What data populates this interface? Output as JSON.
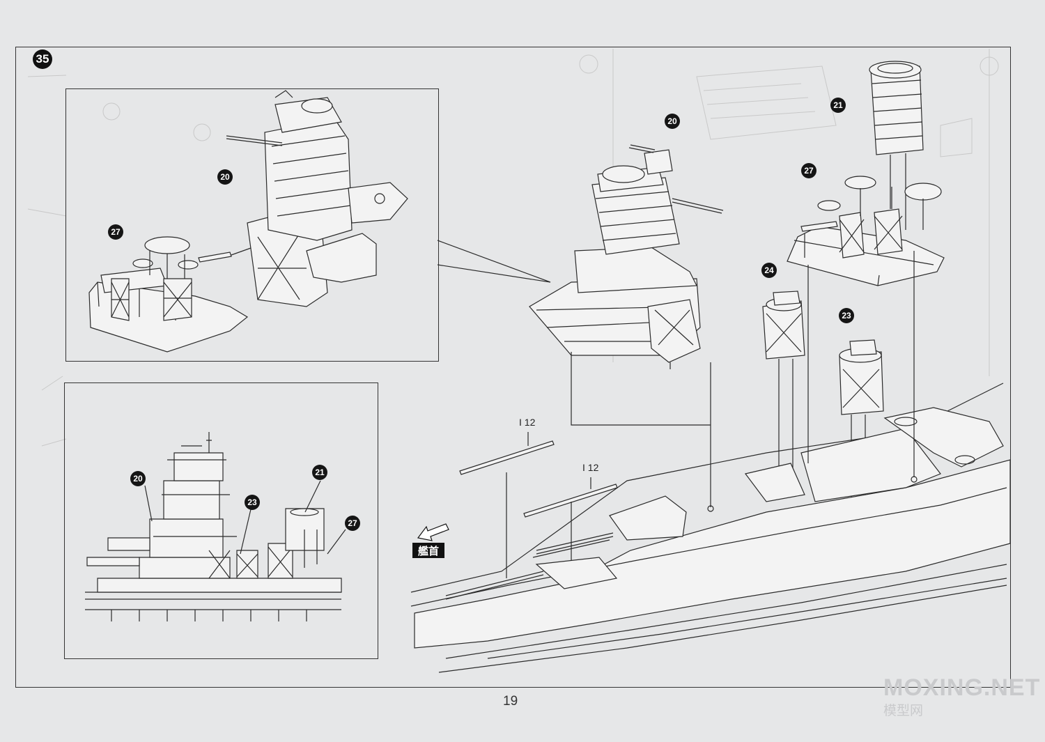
{
  "step": {
    "number": "35"
  },
  "parts": {
    "p20": "20",
    "p21": "21",
    "p23": "23",
    "p24": "24",
    "p27": "27"
  },
  "railing_label": "I 12",
  "bow_label": "艦首",
  "page_number": "19",
  "watermark": {
    "text": "MOXING.NET",
    "sub": "模型网"
  }
}
